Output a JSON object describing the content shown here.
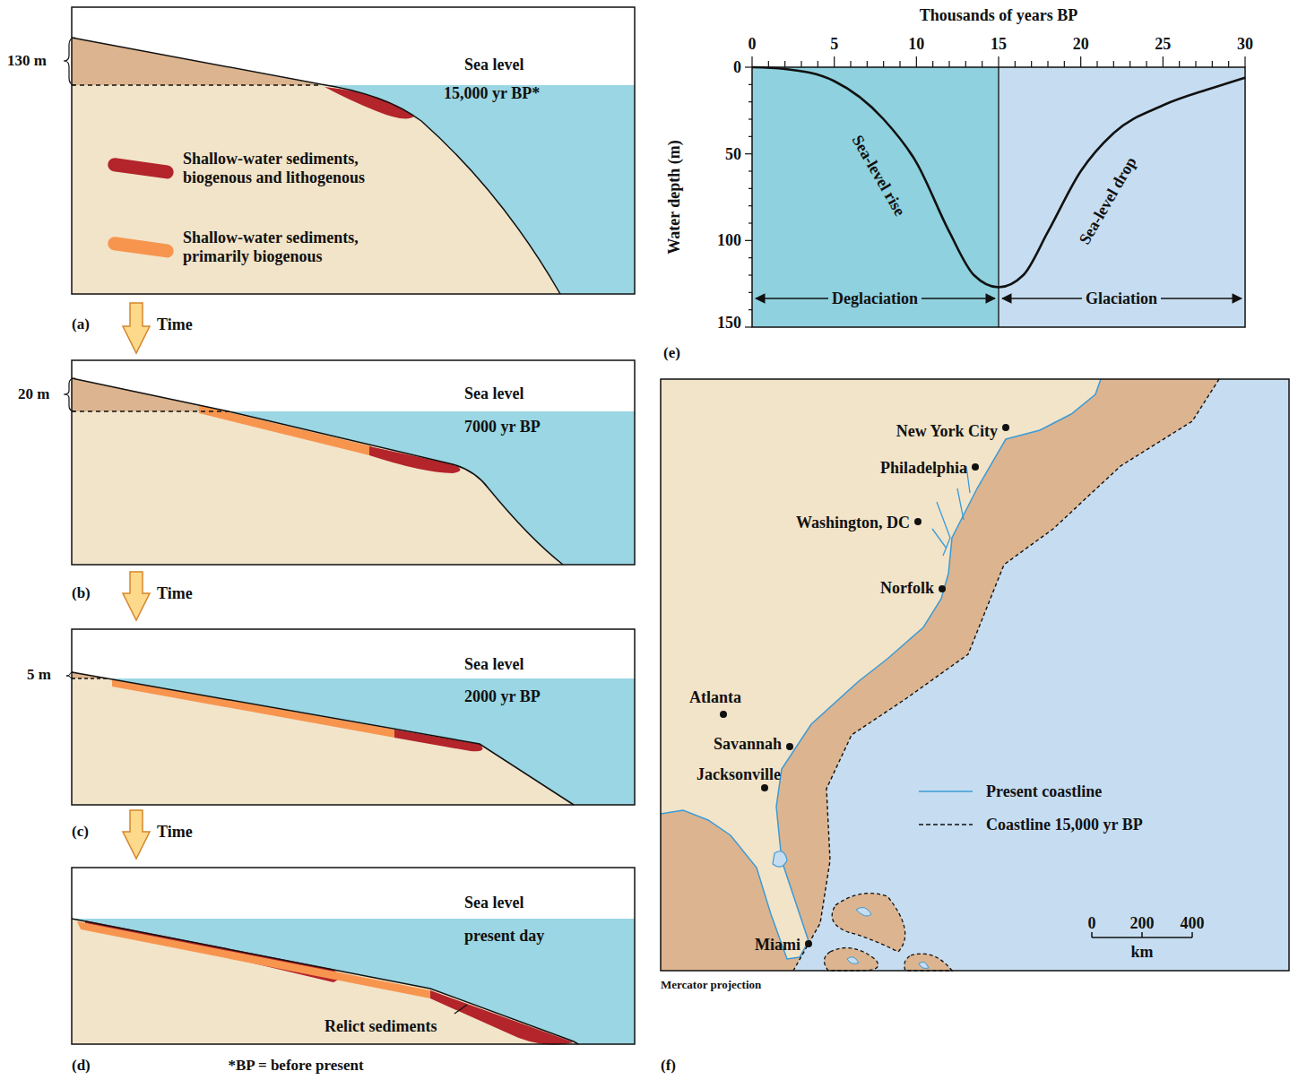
{
  "diagram": {
    "labels": [
      "130 m",
      "Sea level",
      "15,000 yr BP*",
      "(a)",
      "Time",
      "20 m",
      "Sea level",
      "7000 yr BP",
      "(b)",
      "Time",
      "5 m",
      "Sea level",
      "2000 yr BP",
      "(c)",
      "Time",
      "Sea level",
      "present day",
      "Relict sediments",
      "(d)",
      "*BP = before present",
      "Thousands of years BP",
      "0",
      "5",
      "10",
      "15",
      "20",
      "25",
      "30",
      "0",
      "50",
      "100",
      "150",
      "Water depth (m)",
      "Sea-level rise",
      "Sea-level drop",
      "Deglaciation",
      "Glaciation",
      "(e)",
      "New York City",
      "Philadelphia",
      "Washington, DC",
      "Norfolk",
      "Atlanta",
      "Savannah",
      "Jacksonville",
      "Miami",
      "0",
      "200",
      "400",
      "km",
      "Mercator projection",
      "(f)"
    ],
    "legend": [
      {
        "text": "Shallow-water sediments, biogenous and lithogenous",
        "color": "#b3242b"
      },
      {
        "text": "Shallow-water sediments, primarily biogenous",
        "color": "#f7954f"
      },
      {
        "text": "Present coastline"
      },
      {
        "text": "Coastline 15,000 yr BP"
      }
    ]
  }
}
